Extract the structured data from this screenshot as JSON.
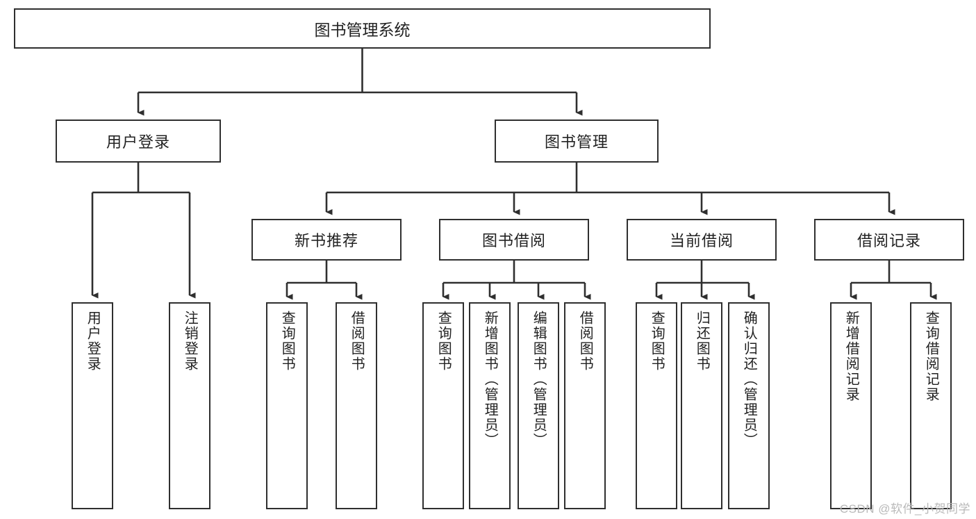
{
  "diagram": {
    "title": "图书管理系统",
    "type": "hierarchy-tree",
    "root": {
      "label": "图书管理系统"
    },
    "level2": [
      {
        "id": "user-login",
        "label": "用户登录"
      },
      {
        "id": "book-manage",
        "label": "图书管理"
      }
    ],
    "level3": [
      {
        "id": "new-book-rec",
        "label": "新书推荐",
        "parent": "book-manage"
      },
      {
        "id": "book-borrow",
        "label": "图书借阅",
        "parent": "book-manage"
      },
      {
        "id": "current-borrow",
        "label": "当前借阅",
        "parent": "book-manage"
      },
      {
        "id": "borrow-record",
        "label": "借阅记录",
        "parent": "book-manage"
      }
    ],
    "leaves": [
      {
        "id": "leaf-user-login",
        "label": "用户登录",
        "parent": "user-login"
      },
      {
        "id": "leaf-logout-login",
        "label": "注销登录",
        "parent": "user-login"
      },
      {
        "id": "leaf-query-book-1",
        "label": "查询图书",
        "parent": "new-book-rec"
      },
      {
        "id": "leaf-borrow-book-1",
        "label": "借阅图书",
        "parent": "new-book-rec"
      },
      {
        "id": "leaf-query-book-2",
        "label": "查询图书",
        "parent": "book-borrow"
      },
      {
        "id": "leaf-add-book",
        "label": "新增图书（管理员）",
        "parent": "book-borrow"
      },
      {
        "id": "leaf-edit-book",
        "label": "编辑图书（管理员）",
        "parent": "book-borrow"
      },
      {
        "id": "leaf-borrow-book-2",
        "label": "借阅图书",
        "parent": "book-borrow"
      },
      {
        "id": "leaf-query-book-3",
        "label": "查询图书",
        "parent": "current-borrow"
      },
      {
        "id": "leaf-return-book",
        "label": "归还图书",
        "parent": "current-borrow"
      },
      {
        "id": "leaf-confirm-return",
        "label": "确认归还（管理员）",
        "parent": "current-borrow"
      },
      {
        "id": "leaf-add-record",
        "label": "新增借阅记录",
        "parent": "borrow-record"
      },
      {
        "id": "leaf-query-record",
        "label": "查询借阅记录",
        "parent": "borrow-record"
      }
    ],
    "watermark": "CSDN @软件_小贺同学",
    "colors": {
      "stroke": "#2f2f2f",
      "fill": "#ffffff",
      "watermark": "#b9b9b9"
    }
  }
}
